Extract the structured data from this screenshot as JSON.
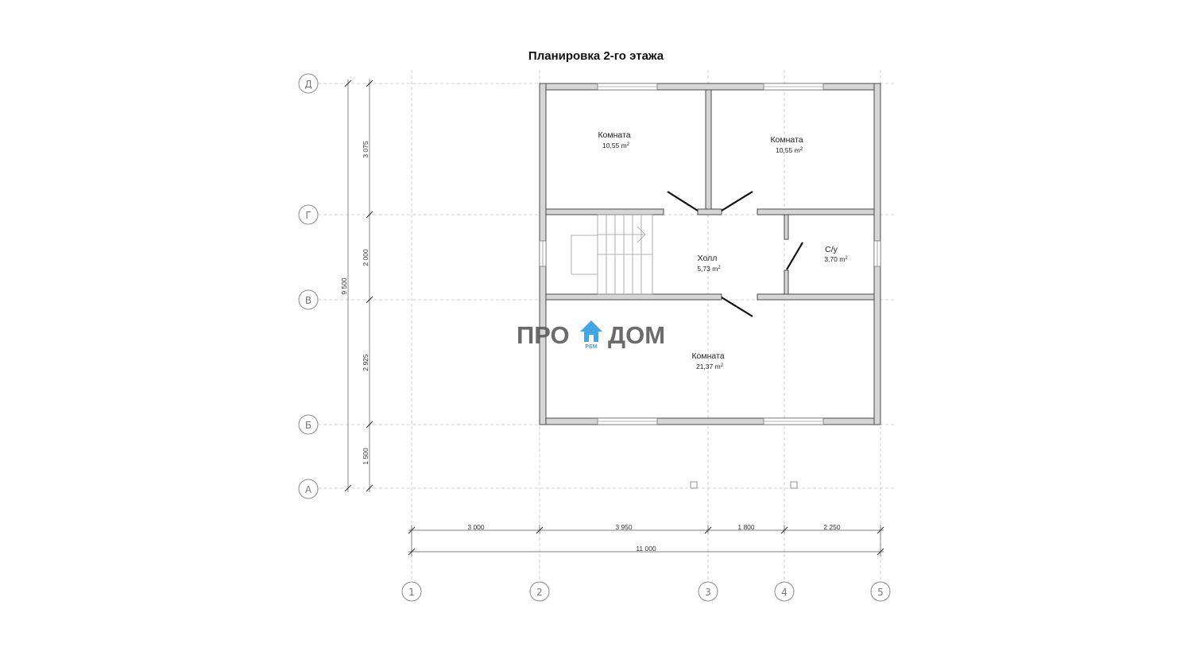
{
  "title": "Планировка 2-го этажа",
  "logo": {
    "left": "ПРО",
    "right": "ДОМ",
    "sub": "РЕМ"
  },
  "axes_letters": [
    "Д",
    "Г",
    "В",
    "Б",
    "А"
  ],
  "axes_numbers": [
    "1",
    "2",
    "3",
    "4",
    "5"
  ],
  "rooms": [
    {
      "name": "Комната",
      "area": "10,55 m",
      "sup": "2"
    },
    {
      "name": "Комната",
      "area": "10,55 m",
      "sup": "2"
    },
    {
      "name": "Холл",
      "area": "5,73 m",
      "sup": "2"
    },
    {
      "name": "С/у",
      "area": "3,70 m",
      "sup": "2"
    },
    {
      "name": "Комната",
      "area": "21,37 m",
      "sup": "2"
    }
  ],
  "dims_vertical": [
    "3 075",
    "2 000",
    "2 925",
    "1 500"
  ],
  "dim_vertical_total": "9 500",
  "dims_horizontal": [
    "3 000",
    "3 950",
    "1 800",
    "2 250"
  ],
  "dim_horizontal_total": "11 000"
}
